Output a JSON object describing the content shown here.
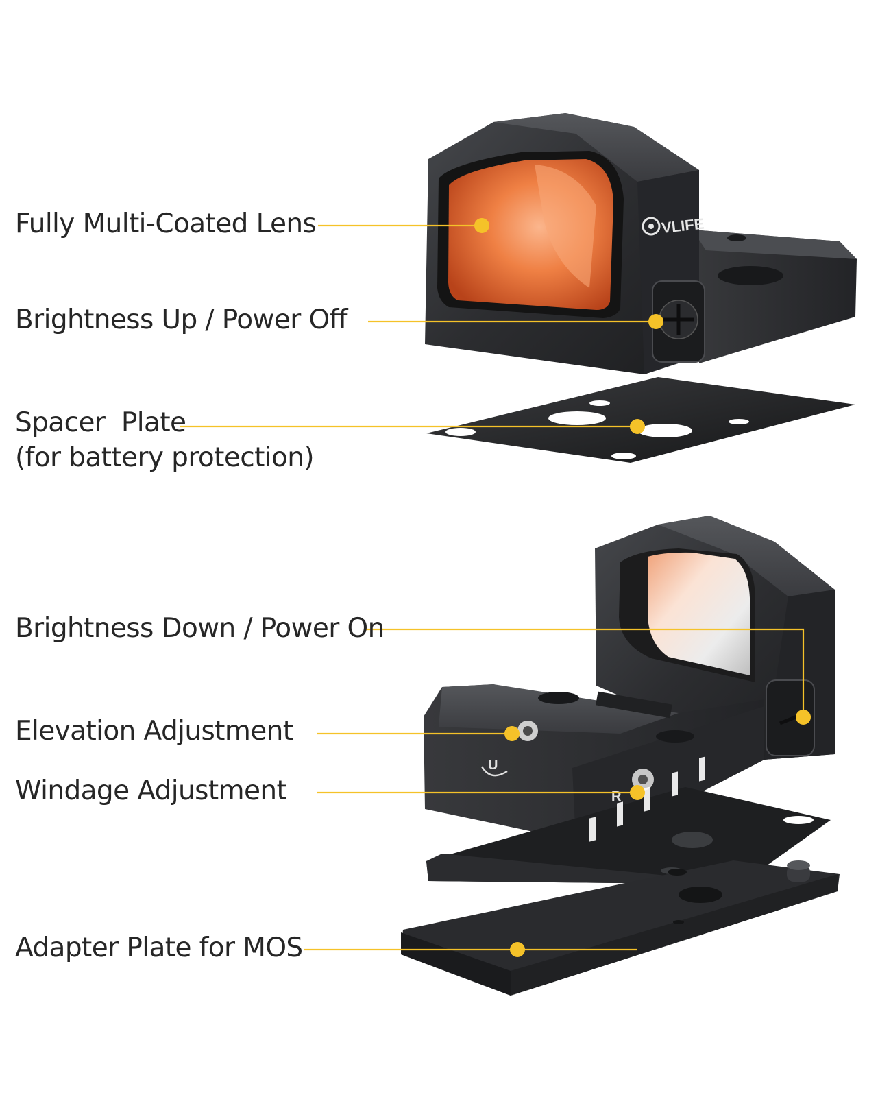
{
  "labels": {
    "lens": "Fully Multi-Coated Lens",
    "brightness_up": "Brightness Up / Power Off",
    "spacer_line1": "Spacer  Plate",
    "spacer_line2": "(for battery protection)",
    "brightness_down": "Brightness Down / Power On",
    "elevation": "Elevation Adjustment",
    "windage": "Windage Adjustment",
    "adapter": "Adapter Plate for MOS"
  },
  "product": {
    "brand_logo_text": "VLIFE",
    "elevation_marking": "U",
    "windage_marking": "R"
  },
  "colors": {
    "leader": "#f5c229",
    "body": "#2a2b2e",
    "lens": "#e8733a",
    "text": "#262626"
  }
}
